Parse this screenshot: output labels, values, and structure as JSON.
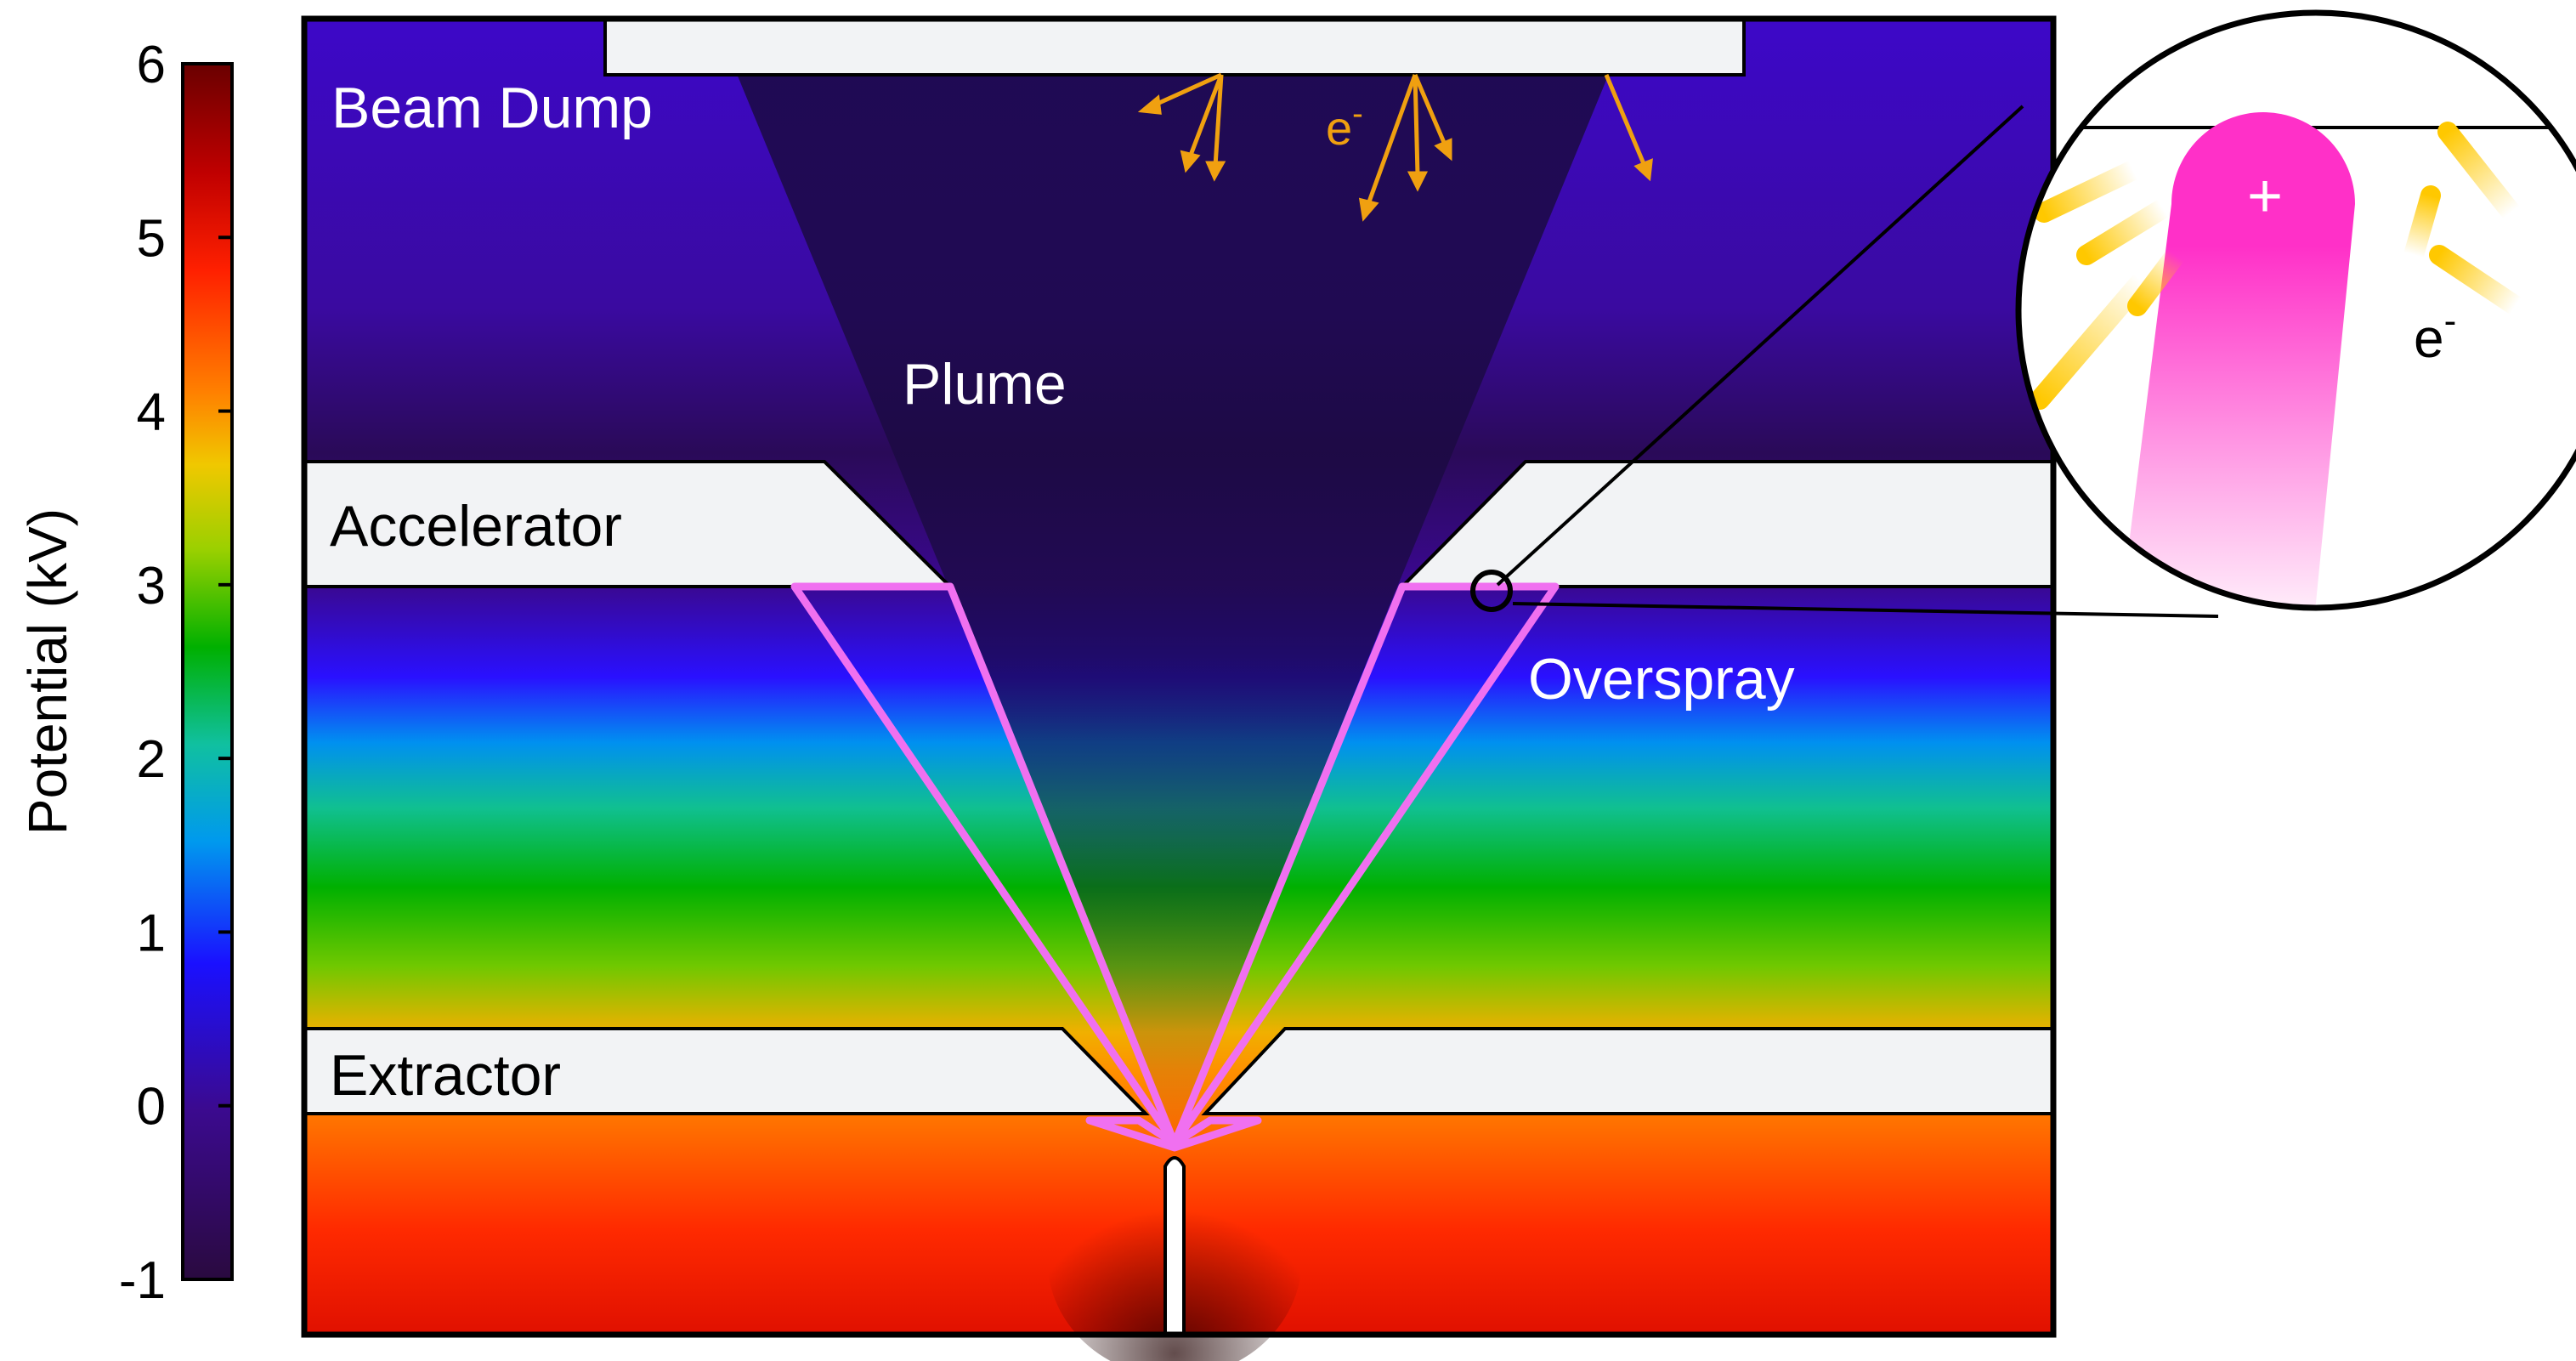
{
  "colorbar": {
    "label": "Potential (kV)",
    "ticks": [
      "6",
      "5",
      "4",
      "3",
      "2",
      "1",
      "0",
      "-1"
    ],
    "range_kv": [
      -1,
      6
    ],
    "colormap": [
      "#2a0a3f",
      "#3b0a8f",
      "#1a10ff",
      "#0099ee",
      "#10c0a0",
      "#00b000",
      "#9ad000",
      "#f0c800",
      "#ff8000",
      "#ff2000",
      "#c00000",
      "#6a0000"
    ]
  },
  "regions": {
    "beam_dump": "Beam Dump",
    "plume": "Plume",
    "accelerator": "Accelerator",
    "overspray": "Overspray",
    "extractor": "Extractor"
  },
  "electron_label": "e",
  "electron_sup": "-",
  "inset": {
    "ion_symbol": "+",
    "electron_label": "e",
    "electron_sup": "-"
  },
  "colors": {
    "overspray_outline": "#f070f0",
    "electron_arrows": "#f0a010",
    "electrode_fill": "#f2f3f5",
    "ion": "#ff30c8",
    "secondary_electrons": "#ffc800"
  }
}
